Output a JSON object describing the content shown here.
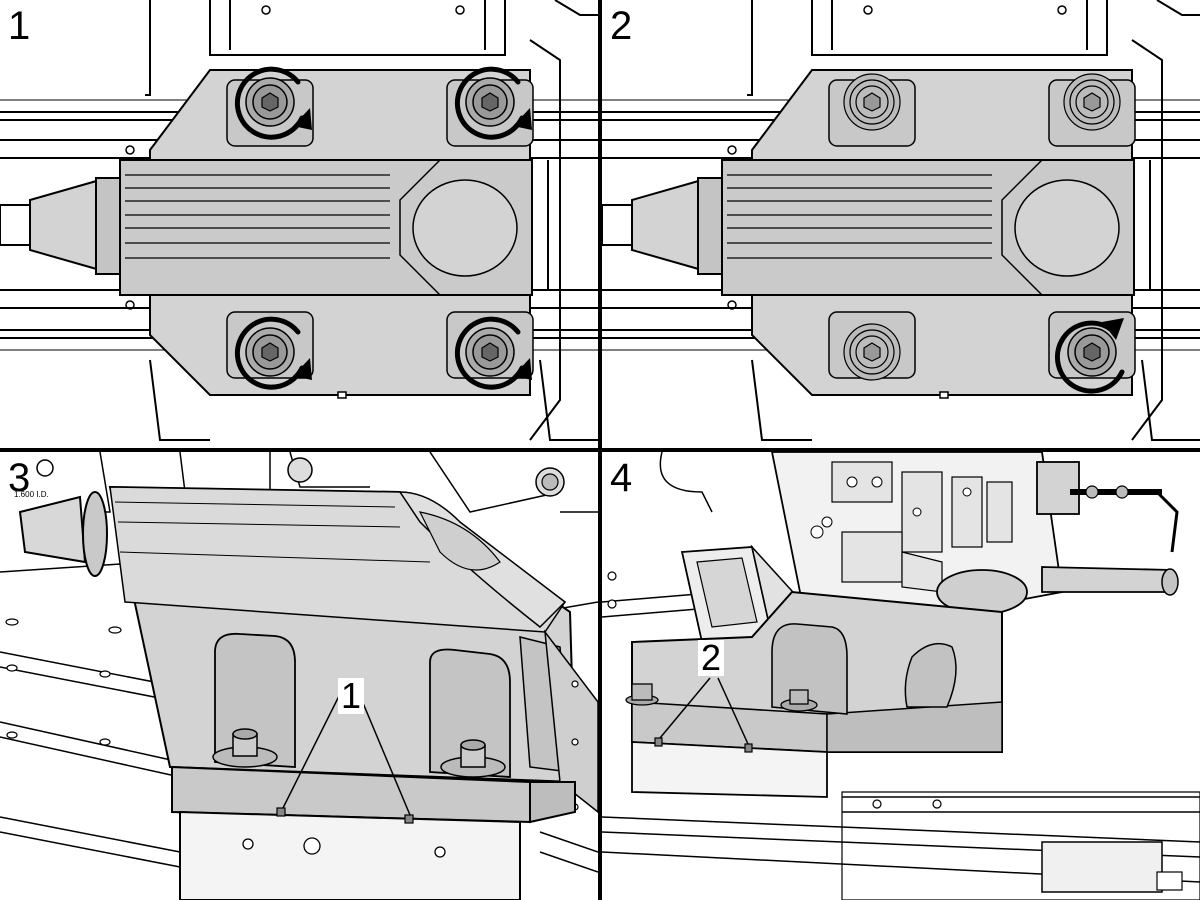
{
  "panels": [
    {
      "step": "1"
    },
    {
      "step": "2"
    },
    {
      "step": "3",
      "callout": "1",
      "fine_print": "1.600 I.D."
    },
    {
      "step": "4",
      "callout": "2"
    }
  ],
  "colors": {
    "casting": "#d3d3d3",
    "casting_dark": "#b8b8b8",
    "line": "#000000",
    "background": "#ffffff"
  },
  "icons": [
    "rotate-clockwise-arrow-icon",
    "socket-head-bolt-icon"
  ]
}
